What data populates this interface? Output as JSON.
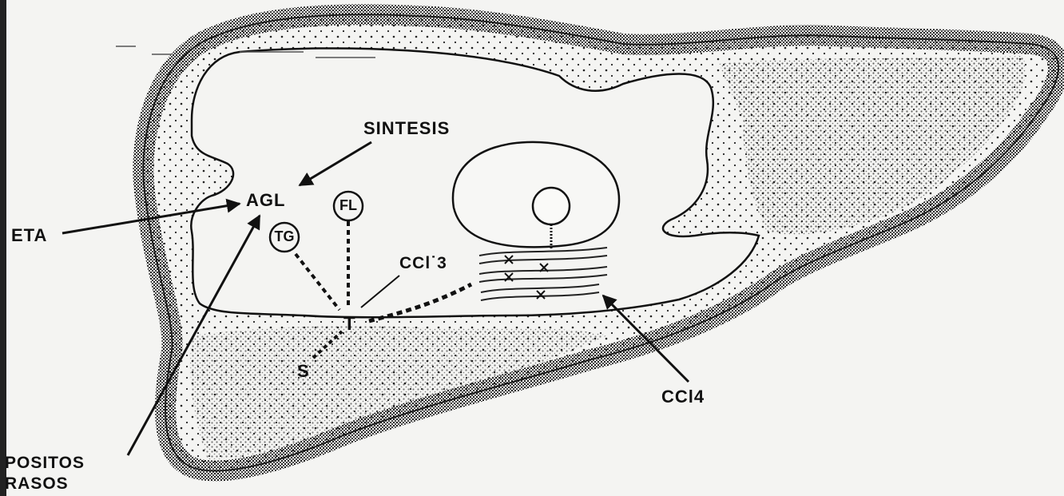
{
  "labels": {
    "sintesis": "SINTESIS",
    "agl": "AGL",
    "eta": "ETA",
    "fl": "FL",
    "tg": "TG",
    "ccl3": "CCl˙3",
    "t": "T",
    "s": "S",
    "ccl4": "CCl4",
    "depositos_line1": "POSITOS",
    "depositos_line2": "RASOS"
  }
}
